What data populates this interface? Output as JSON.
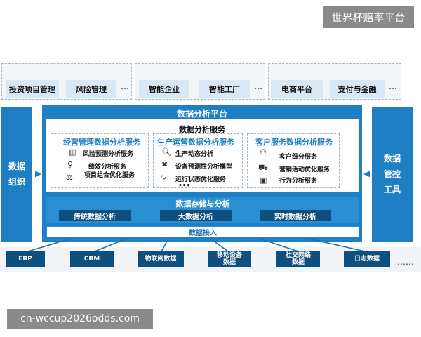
{
  "corner_title": "世界杯赔率平台",
  "top_groups": [
    {
      "items": [
        "投资项目管理",
        "风险管理"
      ],
      "ellipsis": "…"
    },
    {
      "items": [
        "智能企业",
        "智能工厂"
      ],
      "ellipsis": "…"
    },
    {
      "items": [
        "电商平台",
        "支付与金融"
      ],
      "ellipsis": "…"
    }
  ],
  "left_column": {
    "line1": "数据",
    "line2": "组织"
  },
  "right_column": {
    "line1": "数据",
    "line2": "管控",
    "line3": "工具"
  },
  "platform_title": "数据分析平台",
  "service_title": "数据分析服务",
  "services": [
    {
      "title": "经营管理数据分析服务",
      "items": [
        "风险预测分析服务",
        "绩效分析服务",
        "项目组合优化服务"
      ]
    },
    {
      "title": "生产运营数据分析服务",
      "items": [
        "生产动态分析",
        "设备预测性分析模型",
        "运行状态优化服务"
      ],
      "more": "•••"
    },
    {
      "title": "客户服务数据分析服务",
      "items": [
        "客户细分服务",
        "营销活动优化服务",
        "行为分析服务"
      ]
    }
  ],
  "storage_title": "数据存储与分析",
  "storage_items": [
    "传统数据分析",
    "大数据分析",
    "实时数据分析"
  ],
  "access_label": "数据接入",
  "sources": [
    "ERP",
    "CRM",
    "物联网数据",
    "移动设备\n数据",
    "社交网络\n数据",
    "日志数据"
  ],
  "sources_more": "……",
  "url_label": "cn-wccup2026odds.com",
  "colors": {
    "primary": "#1e7fc4",
    "dark": "#0f4f7e",
    "light": "#d9e8f6"
  }
}
